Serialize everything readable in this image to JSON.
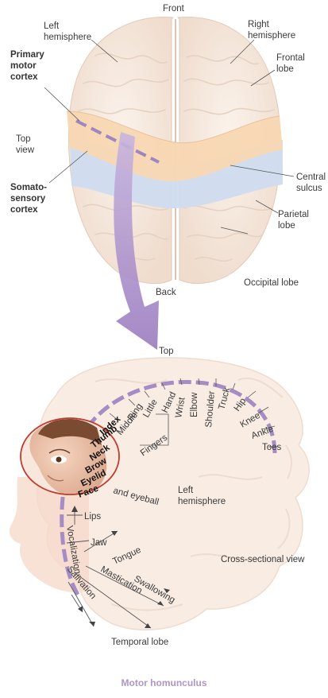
{
  "top_view": {
    "front": "Front",
    "back": "Back",
    "left_hemisphere": "Left\nhemisphere",
    "right_hemisphere": "Right\nhemisphere",
    "primary_motor_cortex": "Primary\nmotor\ncortex",
    "top_view": "Top\nview",
    "somatosensory_cortex": "Somato-\nsensory\ncortex",
    "frontal_lobe": "Frontal\nlobe",
    "central_sulcus": "Central\nsulcus",
    "parietal_lobe": "Parietal\nlobe",
    "occipital_lobe": "Occipital lobe"
  },
  "section": {
    "top": "Top",
    "left_hemisphere": "Left\nhemisphere",
    "cross_sectional_view": "Cross-sectional view",
    "temporal_lobe": "Temporal lobe",
    "fingers": "Fingers",
    "and_eyeball": "and eyeball",
    "body_parts": {
      "toes": "Toes",
      "ankle": "Ankle",
      "knee": "Knee",
      "hip": "Hip",
      "truck": "Truck",
      "shoulder": "Shoulder",
      "elbow": "Elbow",
      "wrist": "Wrist",
      "hand": "Hand",
      "little": "Little",
      "ring": "Ring",
      "middle": "Middle",
      "index": "Index",
      "thumb": "Thumb",
      "neck": "Neck",
      "brow": "Brow",
      "eyelid": "Eyelid",
      "face": "Face",
      "lips": "Lips",
      "jaw": "Jaw",
      "tongue": "Tongue",
      "swallowing": "Swallowing",
      "mastication": "Mastication",
      "salivation": "Salivation",
      "vocalization": "Vocalization"
    }
  },
  "caption": "Motor homunculus",
  "colors": {
    "brain": "#f7ece3",
    "gyri_line": "#e7d7ca",
    "motor_cortex": "#f8d7b2",
    "sensory_cortex": "#cfdcef",
    "homunculus_bar": "#a58cc4",
    "arrow": "#a78bc8",
    "inset_ring": "#c0392b",
    "caption": "#b095c8"
  }
}
